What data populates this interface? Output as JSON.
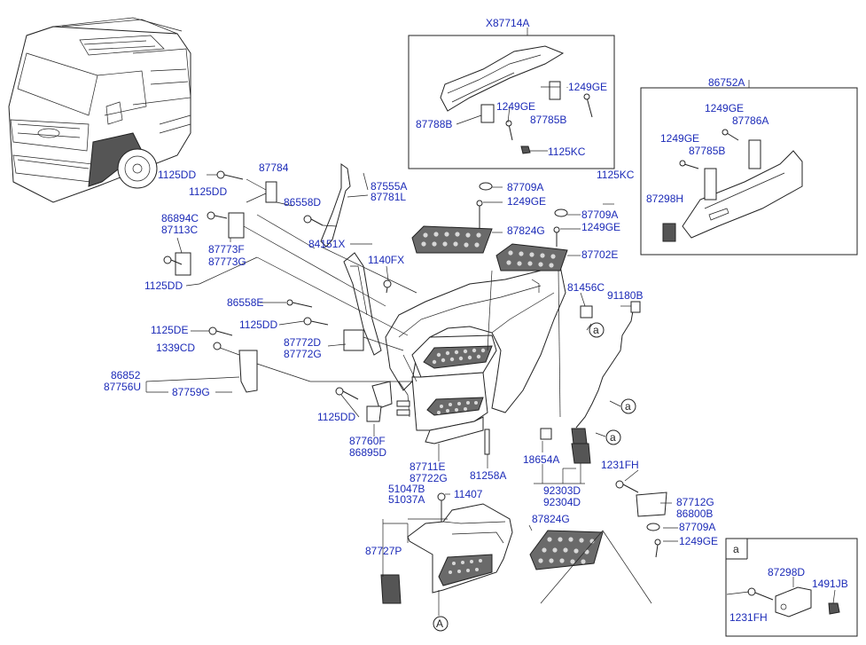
{
  "diagram": {
    "labels": {
      "x87714a": "X87714A",
      "l1249ge_a": "1249GE",
      "l1249ge_b": "1249GE",
      "l87785b_a": "87785B",
      "l87788b": "87788B",
      "l1125kc_a": "1125KC",
      "l86752a": "86752A",
      "l1249ge_c": "1249GE",
      "l87786a": "87786A",
      "l1249ge_d": "1249GE",
      "l87785b_b": "87785B",
      "l1125kc_b": "1125KC",
      "l87298h": "87298H",
      "l1125dd_a": "1125DD",
      "l87784": "87784",
      "l1125dd_b": "1125DD",
      "l87555a": "87555A",
      "l87781l": "87781L",
      "l86558d": "86558D",
      "l86894c": "86894C",
      "l87113c": "87113C",
      "l87773f": "87773F",
      "l87773g": "87773G",
      "l84151x": "84151X",
      "l1140fx": "1140FX",
      "l1125dd_c": "1125DD",
      "l87709a_a": "87709A",
      "l1249ge_e": "1249GE",
      "l87709a_b": "87709A",
      "l1249ge_f": "1249GE",
      "l87824g_a": "87824G",
      "l87702e": "87702E",
      "l86558e": "86558E",
      "l1125dd_d": "1125DD",
      "l81456c": "81456C",
      "l91180b": "91180B",
      "l1125de": "1125DE",
      "l1339cd": "1339CD",
      "l87772d": "87772D",
      "l87772g": "87772G",
      "l86852": "86852",
      "l87756u": "87756U",
      "l87759g": "87759G",
      "l1125dd_e": "1125DD",
      "l87760f": "87760F",
      "l86895d": "86895D",
      "l87711e": "87711E",
      "l87722g": "87722G",
      "l81258a": "81258A",
      "l18654a": "18654A",
      "l92303d": "92303D",
      "l92304d": "92304D",
      "l1231fh_a": "1231FH",
      "l51047b": "51047B",
      "l51037a": "51037A",
      "l11407": "11407",
      "l87712g": "87712G",
      "l86800b": "86800B",
      "l87824g_b": "87824G",
      "l87709a_c": "87709A",
      "l1249ge_g": "1249GE",
      "l87727p": "87727P",
      "l87298d": "87298D",
      "l1491jb": "1491JB",
      "l1231fh_b": "1231FH",
      "inset_a": "a",
      "callout_a1": "a",
      "callout_a2": "a",
      "callout_a3": "a",
      "ref_A": "A"
    }
  }
}
